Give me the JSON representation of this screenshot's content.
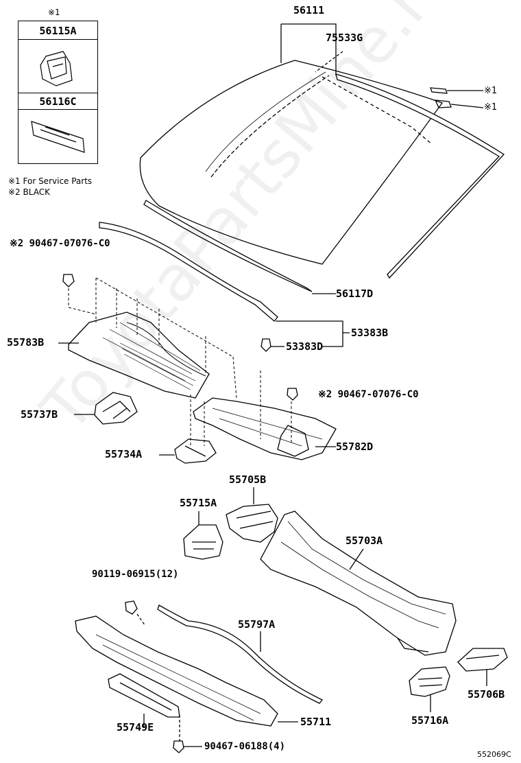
{
  "legend": {
    "header_mark": "※1",
    "part_a": "56115A",
    "part_b": "56116C"
  },
  "notes": {
    "note1": "※1 For Service Parts",
    "note2": "※2 BLACK"
  },
  "labels": {
    "p56111": "56111",
    "p75533G": "75533G",
    "mark1a": "※1",
    "mark1b": "※1",
    "p56117D": "56117D",
    "p53383B": "53383B",
    "p53383D": "53383D",
    "p90467_top": "※2 90467-07076-C0",
    "p90467_mid": "※2 90467-07076-C0",
    "p55783B": "55783B",
    "p55737B": "55737B",
    "p55734A": "55734A",
    "p55782D": "55782D",
    "p55705B": "55705B",
    "p55715A": "55715A",
    "p55703A": "55703A",
    "p90119": "90119-06915(12)",
    "p55797A": "55797A",
    "p55706B": "55706B",
    "p55716A": "55716A",
    "p55749E": "55749E",
    "p55711": "55711",
    "p90467_bot": "90467-06188(4)",
    "ref": "552069C"
  },
  "watermark": "ToyotaPartsMine.ru"
}
